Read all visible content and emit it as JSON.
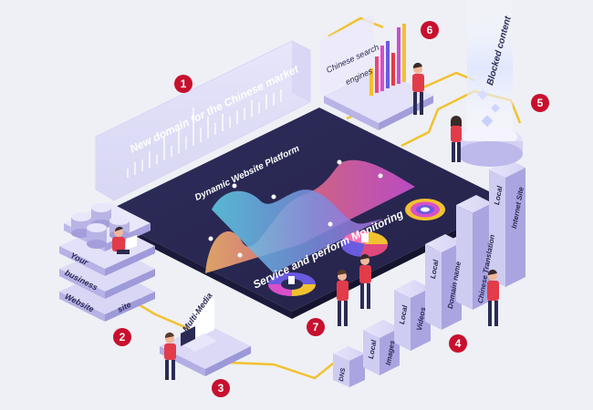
{
  "labels": {
    "new_domain": "New domain for the Chinese market",
    "search_engines_line1": "Chinese search",
    "search_engines_line2": "engines",
    "blocked_content": "Blocked content",
    "dynamic_platform": "Dynamic Website Platform",
    "service_monitoring": "Service and perform Monitoring",
    "your": "Your",
    "business": "business",
    "website": "Website",
    "site": "site",
    "multimedia": "Multi-Media",
    "dns": "DNS",
    "local_images_1": "Local",
    "local_images_2": "Images",
    "local_videos_1": "Local",
    "local_videos_2": "Videos",
    "local_domain_1": "Local",
    "local_domain_2": "Domain name",
    "chinese_translation": "Chinese Translation",
    "local_site_1": "Local",
    "local_site_2": "Internet Site"
  },
  "markers": [
    "1",
    "2",
    "3",
    "4",
    "5",
    "6",
    "7"
  ],
  "colors": {
    "dark_board": "#2a2a55",
    "accent_red": "#c8102e",
    "platform": "#c9c6ee",
    "connector": "#f2c12e"
  }
}
